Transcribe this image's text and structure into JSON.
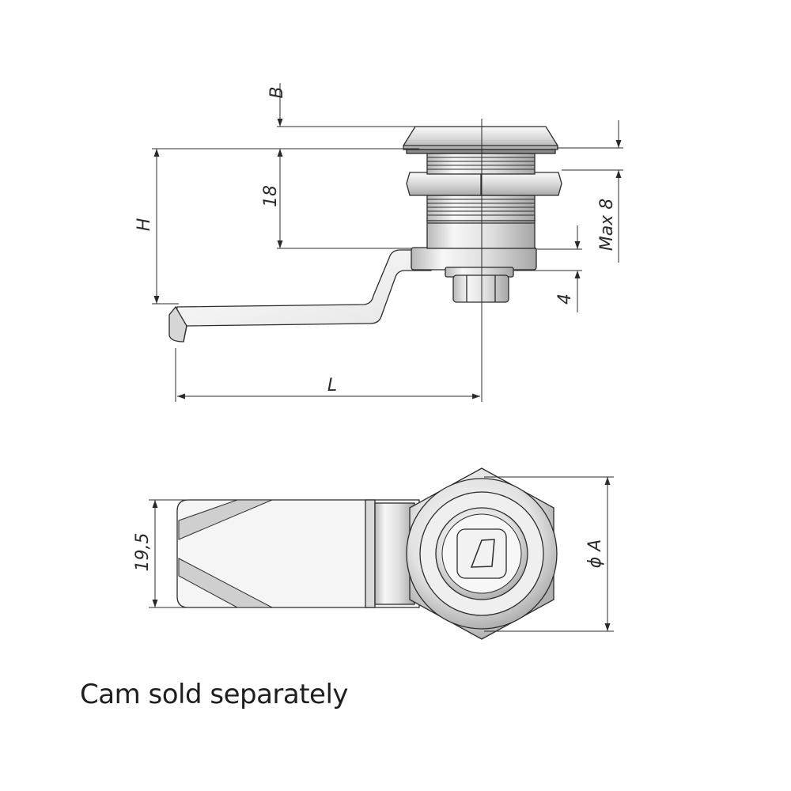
{
  "caption": "Cam sold separately",
  "dimensions": {
    "B": "B",
    "height_18": "18",
    "H": "H",
    "max_8": "Max 8",
    "thickness_4": "4",
    "L": "L",
    "width_19_5": "19,5",
    "diameter_A": "ϕ A"
  },
  "colors": {
    "line": "#2b2b2b",
    "metal_light": "#f4f4f4",
    "metal_mid": "#d2d2d2",
    "metal_dark": "#9a9a9a",
    "background": "#ffffff"
  }
}
